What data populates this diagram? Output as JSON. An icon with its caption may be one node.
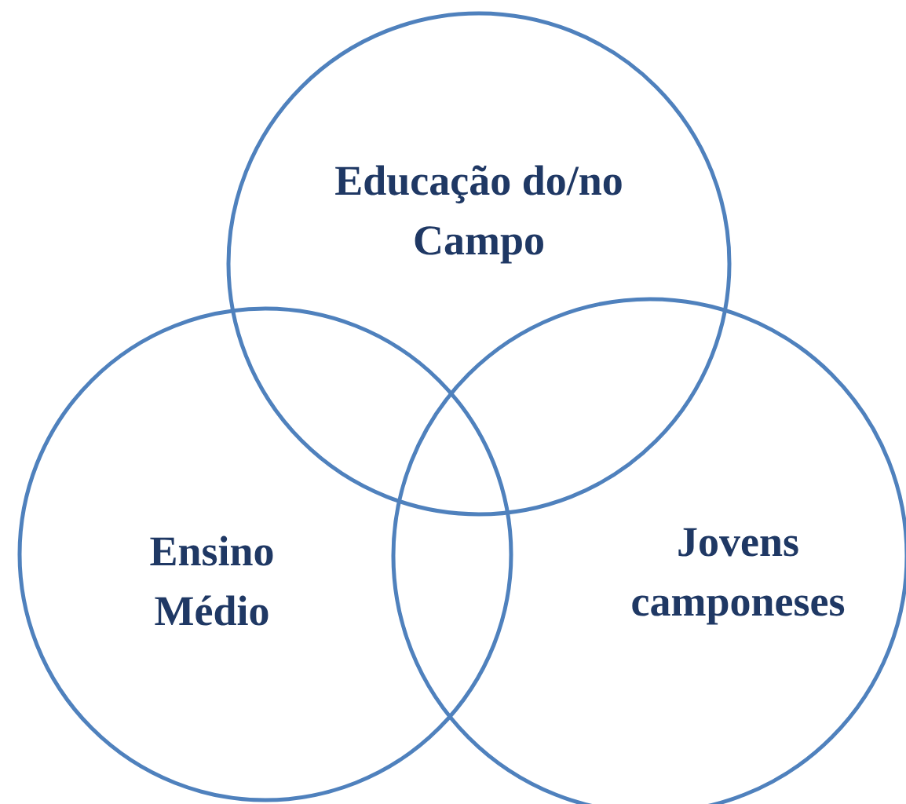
{
  "diagram": {
    "nodes": [
      {
        "text": [
          "Educação do/no Campo"
        ]
      },
      {
        "text": [
          "Ensino Médio"
        ]
      },
      {
        "text": [
          "Jovens camponeses"
        ]
      }
    ]
  }
}
